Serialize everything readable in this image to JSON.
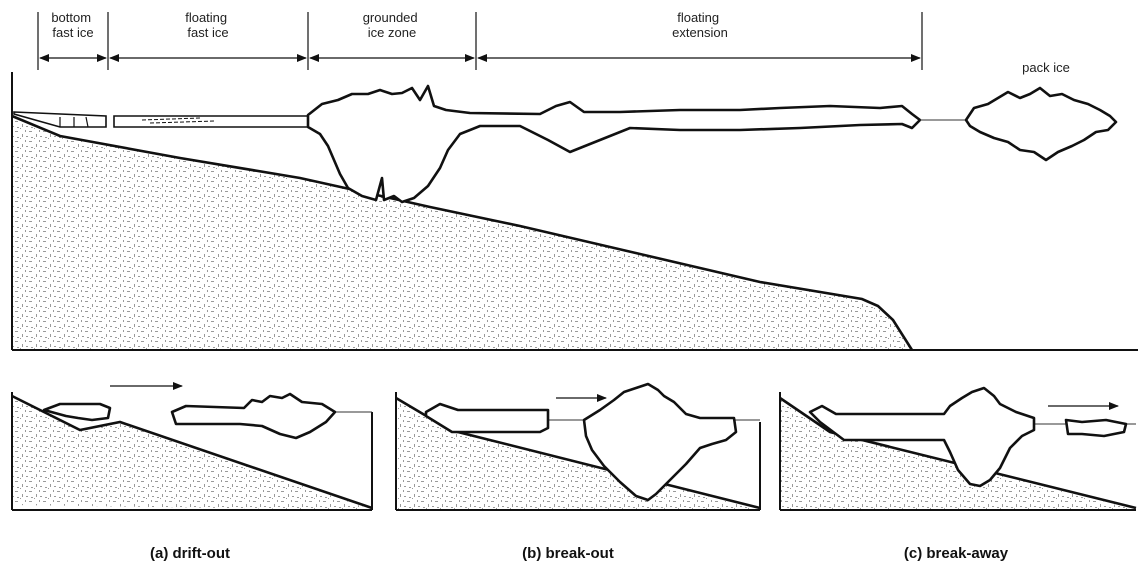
{
  "zones": [
    {
      "id": "bottom-fast-ice",
      "line1": "bottom",
      "line2": "fast ice"
    },
    {
      "id": "floating-fast-ice",
      "line1": "floating",
      "line2": "fast ice"
    },
    {
      "id": "grounded-ice-zone",
      "line1": "grounded",
      "line2": "ice zone"
    },
    {
      "id": "floating-extension",
      "line1": "floating",
      "line2": "extension"
    },
    {
      "id": "pack-ice",
      "line1": "pack ice",
      "line2": ""
    }
  ],
  "panels": [
    {
      "id": "drift-out",
      "caption": "(a) drift-out"
    },
    {
      "id": "break-out",
      "caption": "(b) break-out"
    },
    {
      "id": "break-away",
      "caption": "(c) break-away"
    }
  ],
  "colors": {
    "line": "#111111",
    "stipple": "#9a9a9a",
    "background": "#ffffff"
  }
}
